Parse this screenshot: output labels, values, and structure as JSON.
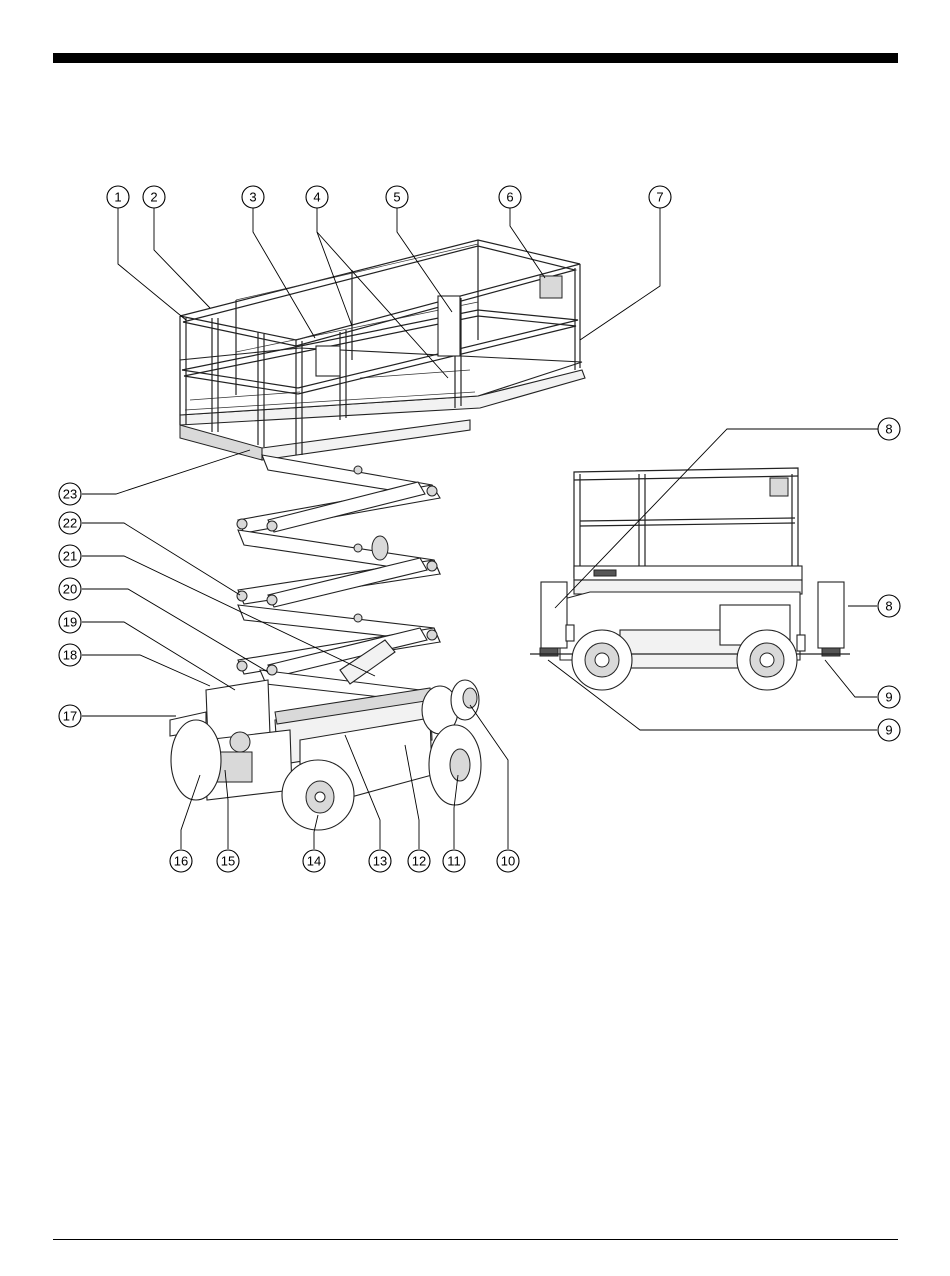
{
  "callouts": {
    "c1": "1",
    "c2": "2",
    "c3": "3",
    "c4": "4",
    "c5": "5",
    "c6": "6",
    "c7": "7",
    "c8a": "8",
    "c8b": "8",
    "c9a": "9",
    "c9b": "9",
    "c10": "10",
    "c11": "11",
    "c12": "12",
    "c13": "13",
    "c14": "14",
    "c15": "15",
    "c16": "16",
    "c17": "17",
    "c18": "18",
    "c19": "19",
    "c20": "20",
    "c21": "21",
    "c22": "22",
    "c23": "23"
  },
  "colors": {
    "ink": "#000000",
    "paper": "#ffffff",
    "shade": "#d9d9d9"
  }
}
